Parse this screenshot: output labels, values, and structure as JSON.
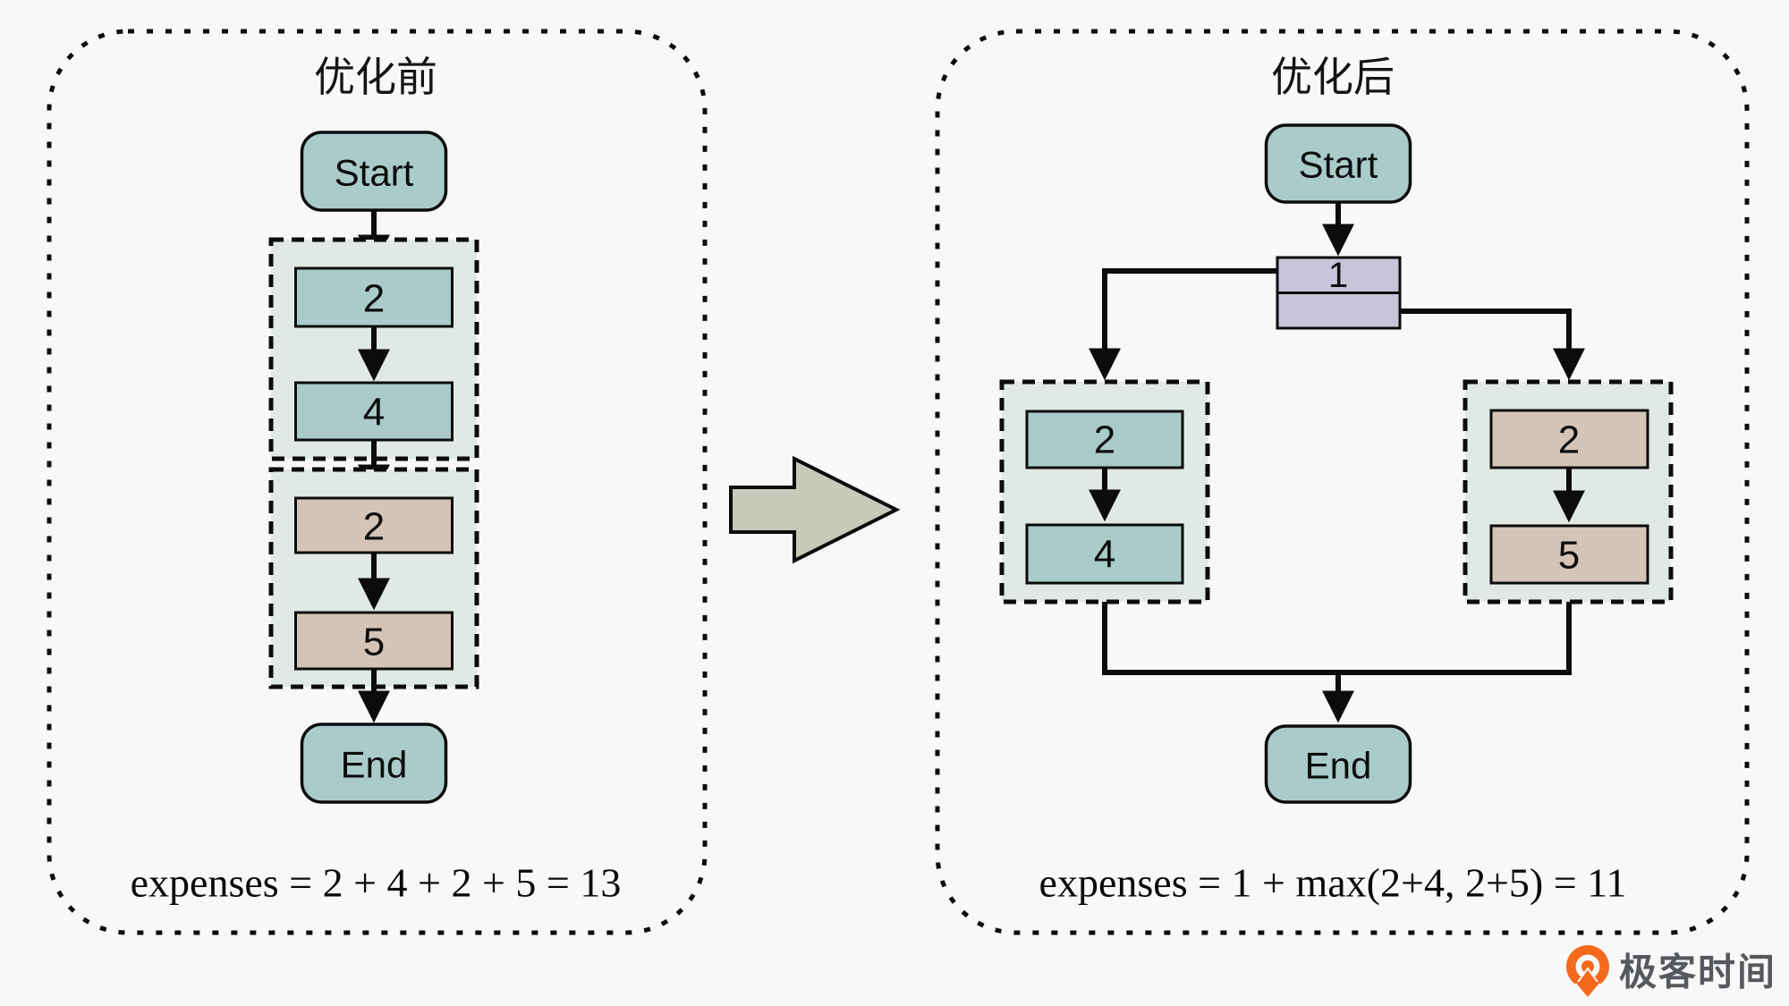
{
  "panels": {
    "before": {
      "title": "优化前",
      "start_label": "Start",
      "end_label": "End",
      "stage1_nodes": [
        "2",
        "4"
      ],
      "stage2_nodes": [
        "2",
        "5"
      ],
      "formula": "expenses = 2 + 4 + 2 + 5 = 13"
    },
    "after": {
      "title": "优化后",
      "start_label": "Start",
      "end_label": "End",
      "split_node": "1",
      "branch_left_nodes": [
        "2",
        "4"
      ],
      "branch_right_nodes": [
        "2",
        "5"
      ],
      "formula": "expenses = 1 + max(2+4, 2+5) = 11"
    }
  },
  "watermark": {
    "logo_text": "极客时间"
  },
  "colors": {
    "background": "#f7f8f7",
    "node_teal": "#a9cbca",
    "node_tan": "#d4c4b7",
    "node_lavender": "#c7c5d9",
    "group_fill": "#e0e9e4",
    "block_arrow_fill": "#c8c9ba",
    "logo_orange": "#f4691c",
    "logo_text_gray": "#55585d"
  }
}
